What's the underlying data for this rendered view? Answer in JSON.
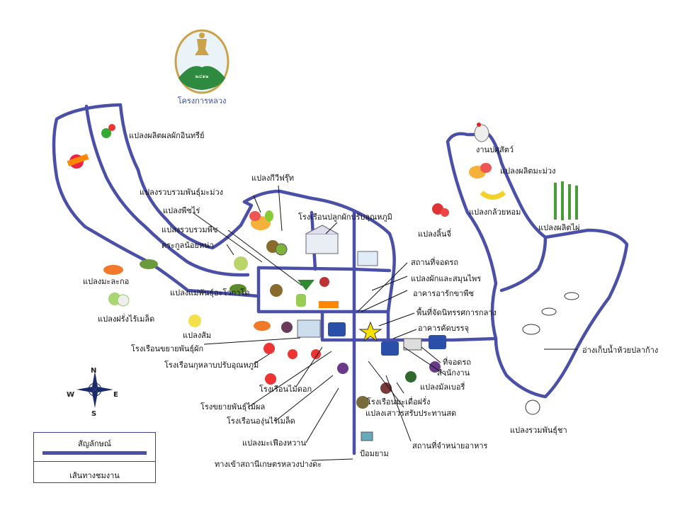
{
  "logo": {
    "text": "โครงการหลวง",
    "numerals": "๒๔๑๒"
  },
  "compass": {
    "n": "N",
    "e": "E",
    "s": "S",
    "w": "W"
  },
  "legend": {
    "title": "สัญลักษณ์",
    "caption": "เส้นทางชมงาน"
  },
  "labels": {
    "organic_veg": "แปลงผลิตผลผักอินทรีย์",
    "kiwi": "แปลงกีวีฟรุ๊ท",
    "mango_collection": "แปลงรวบรวมพันธุ์มะม่วง",
    "field_crops": "แปลงพืชไร่",
    "plant_collection": "แปลงรวบรวมพืช",
    "annona": "ตระกูลน้อยหน่า",
    "avocado": "แปลงแม่พันธุ์อะโวกาโด",
    "papaya": "แปลงมะละกอ",
    "guava": "แปลงฝรั่งไร้เมล็ด",
    "orange": "แปลงส้ม",
    "veg_greenhouse": "โรงเรือนปลูกผักปรับอุณหภูมิ",
    "propagation": "โรงเรือนขยายพันธุ์ผัก",
    "rose": "โรงเรือนกุหลาบปรับอุณหภูมิ",
    "flower": "โรงเรือนไม้ดอก",
    "fruit_propagation": "โรงขยายพันธุ์ไม้ผล",
    "grape": "โรงเรือนองุ่นไร้เมล็ด",
    "passion": "แปลงมะเฟืองหวาน",
    "entrance": "ทางเข้าสถานีเกษตรหลวงปางดะ",
    "parking1": "สถานที่จอดรถ",
    "vegherb": "แปลงผักและสมุนไพร",
    "seed_bldg": "อาคารอารักขาพืช",
    "exhibit": "พื้นที่จัดนิทรรศการกลาง",
    "packing": "อาคารคัดบรรจุ",
    "parking2": "ที่จอดรถ",
    "office": "สำนักงาน",
    "mulberry": "แปลงมัลเบอรี่",
    "persimmon": "โรงเรือนมะเดื่อฝรั่ง",
    "herbs_eat": "แปลงเสาวรสรับประทานสด",
    "food_shop": "สถานที่จำหน่ายอาหาร",
    "guard": "ป้อมยาม",
    "lychee": "แปลงลิ้นจี่",
    "livestock": "งานปศุสัตว์",
    "mango_prod": "แปลงผลิตมะม่วง",
    "banana": "แปลงกล้วยหอม",
    "bamboo": "แปลงผลิตไผ่",
    "reservoir": "อ่างเก็บน้ำห้วยปลาก้าง",
    "tea": "แปลงรวมพันธุ์ชา"
  },
  "colors": {
    "route": "#4a4fa8",
    "logo_ring": "#c9a24a",
    "logo_green": "#2e8a3e",
    "star": "#f7e000"
  }
}
